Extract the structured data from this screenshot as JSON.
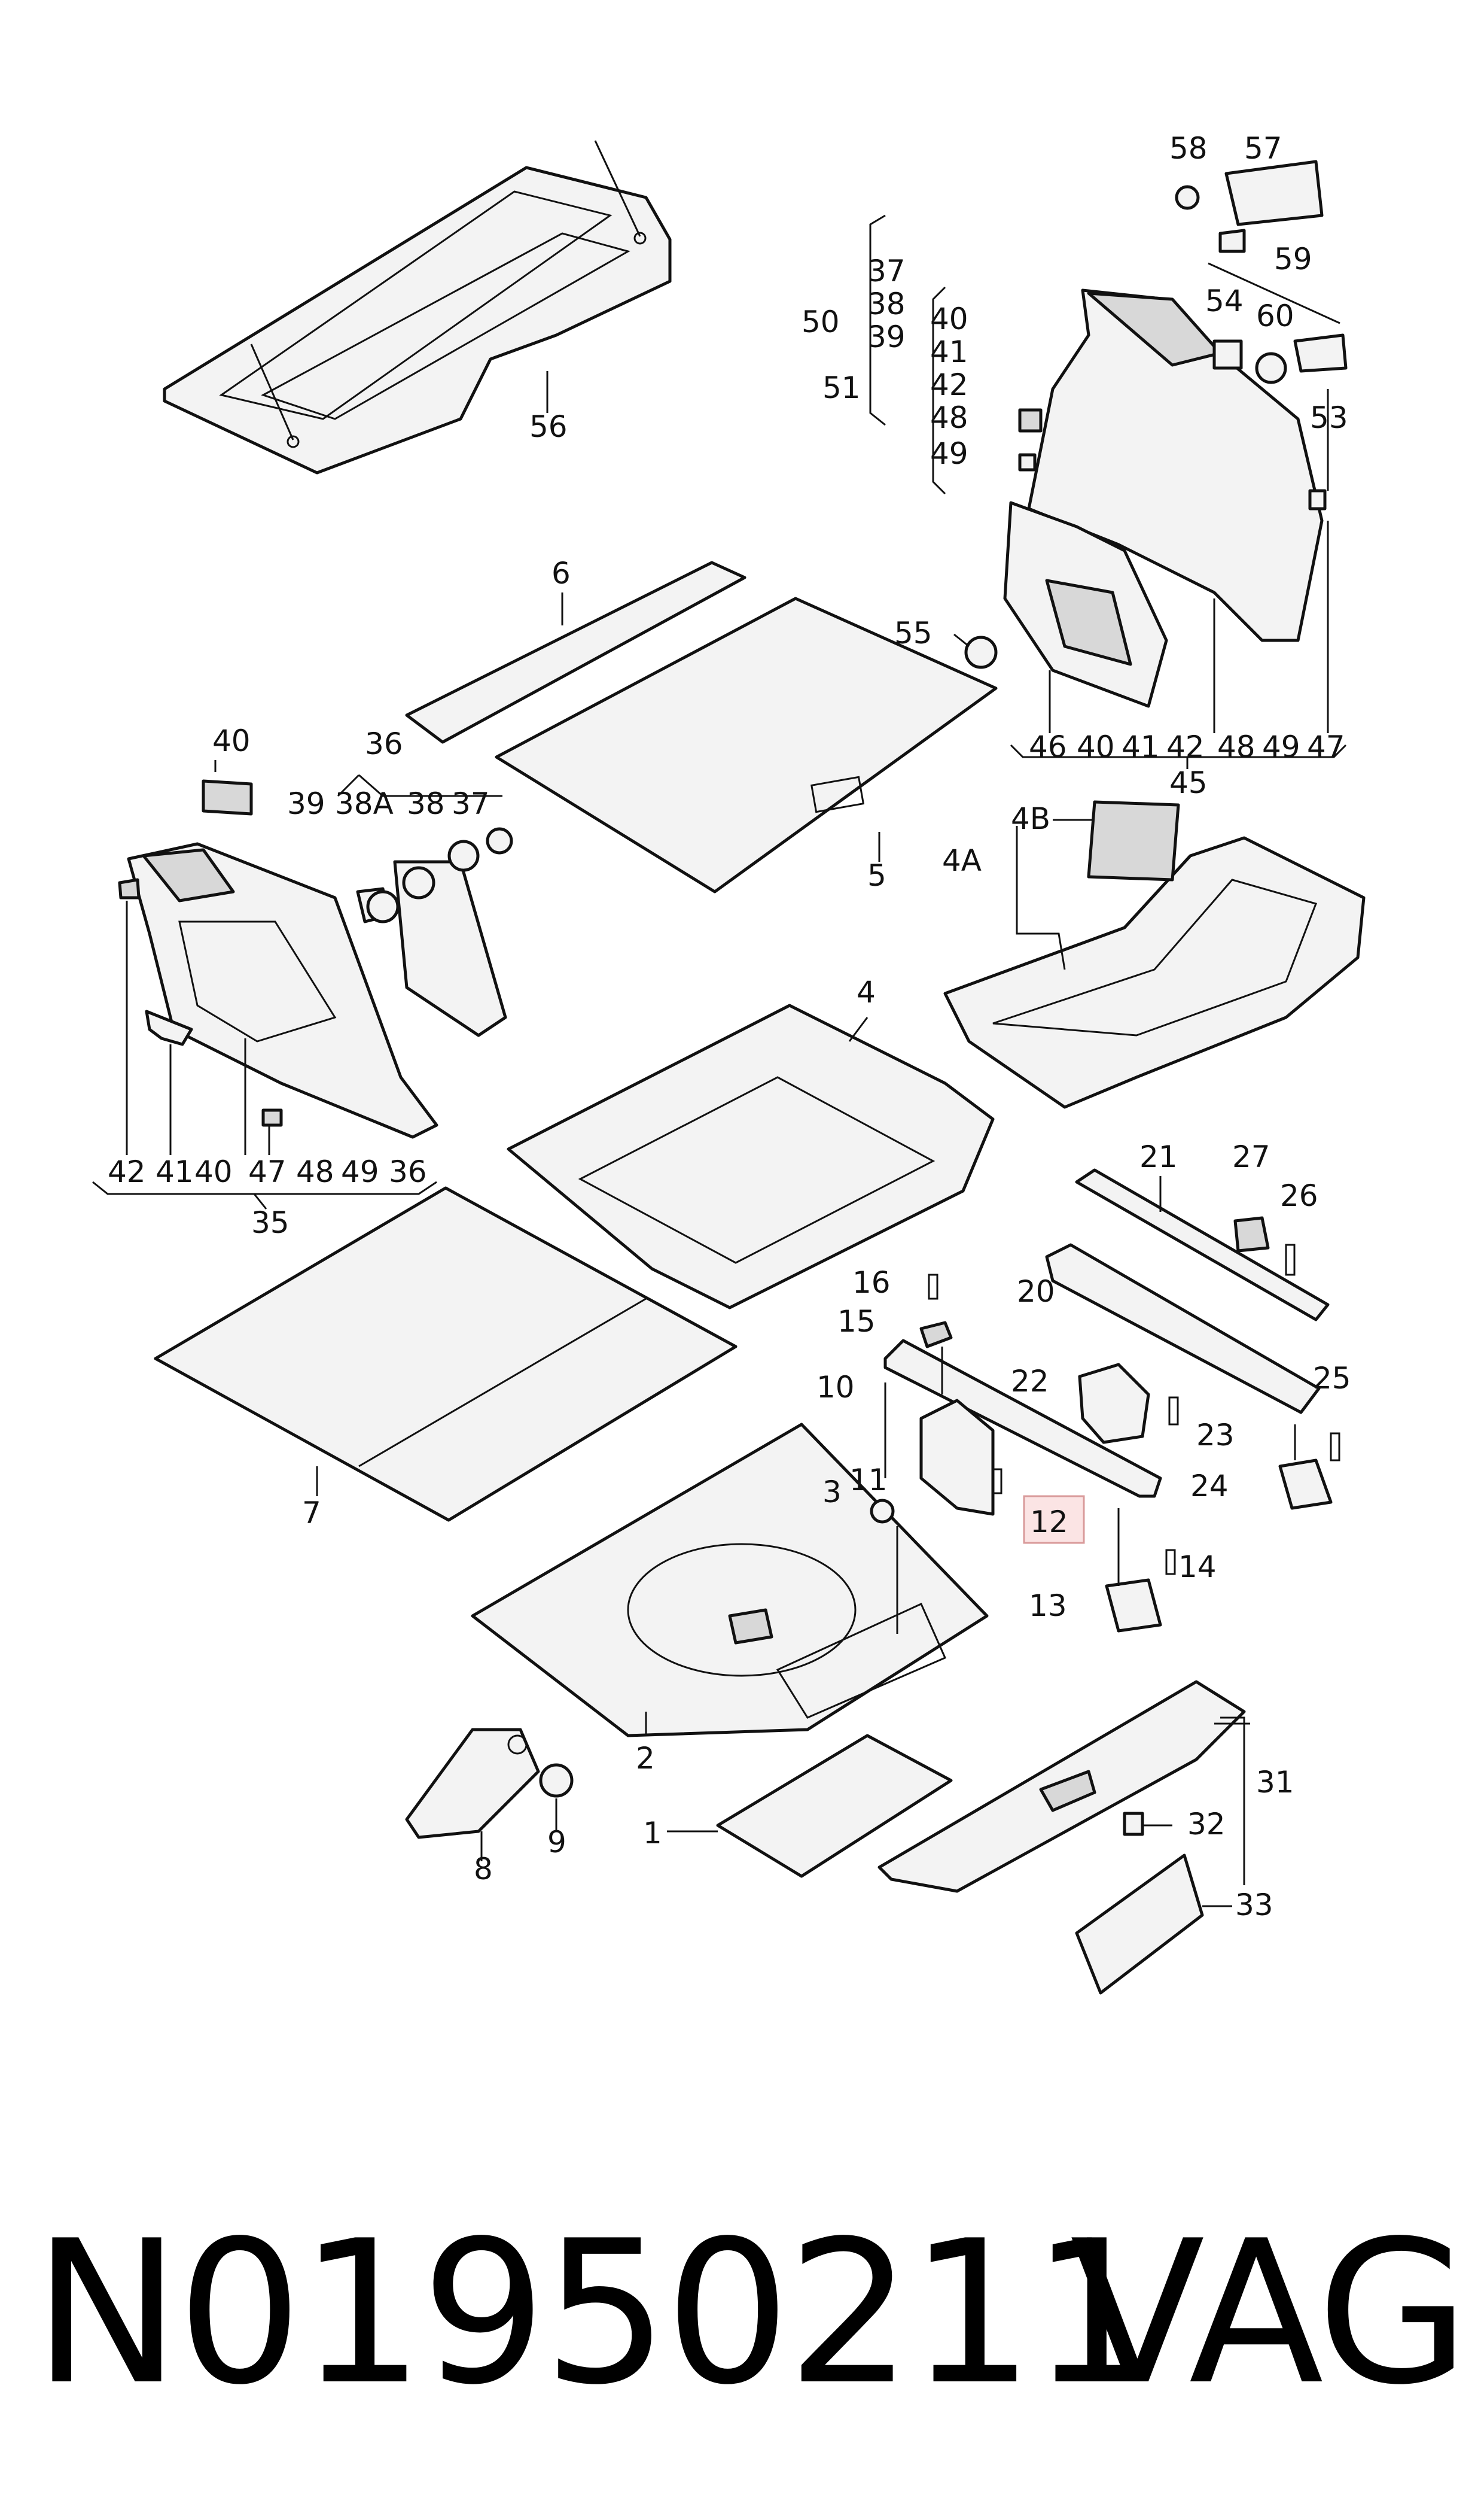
{
  "diagram": {
    "callouts": [
      {
        "id": "c58",
        "text": "58"
      },
      {
        "id": "c57",
        "text": "57"
      },
      {
        "id": "c59",
        "text": "59"
      },
      {
        "id": "c54",
        "text": "54"
      },
      {
        "id": "c60",
        "text": "60"
      },
      {
        "id": "c53",
        "text": "53"
      },
      {
        "id": "c50",
        "text": "50"
      },
      {
        "id": "c37a",
        "text": "37"
      },
      {
        "id": "c38a",
        "text": "38"
      },
      {
        "id": "c39a",
        "text": "39"
      },
      {
        "id": "c51",
        "text": "51"
      },
      {
        "id": "c40a",
        "text": "40"
      },
      {
        "id": "c41a",
        "text": "41"
      },
      {
        "id": "c42a",
        "text": "42"
      },
      {
        "id": "c48a",
        "text": "48"
      },
      {
        "id": "c49a",
        "text": "49"
      },
      {
        "id": "c56",
        "text": "56"
      },
      {
        "id": "c6",
        "text": "6"
      },
      {
        "id": "c55",
        "text": "55"
      },
      {
        "id": "c46",
        "text": "46"
      },
      {
        "id": "c40b",
        "text": "40"
      },
      {
        "id": "c41b",
        "text": "41"
      },
      {
        "id": "c42b",
        "text": "42"
      },
      {
        "id": "c48b",
        "text": "48"
      },
      {
        "id": "c49b",
        "text": "49"
      },
      {
        "id": "c47a",
        "text": "47"
      },
      {
        "id": "c45",
        "text": "45"
      },
      {
        "id": "c40c",
        "text": "40"
      },
      {
        "id": "c36a",
        "text": "36"
      },
      {
        "id": "c39b",
        "text": "39"
      },
      {
        "id": "c38A",
        "text": "38A"
      },
      {
        "id": "c38b",
        "text": "38"
      },
      {
        "id": "c37b",
        "text": "37"
      },
      {
        "id": "c5",
        "text": "5"
      },
      {
        "id": "c4B",
        "text": "4B"
      },
      {
        "id": "c4A",
        "text": "4A"
      },
      {
        "id": "c4",
        "text": "4"
      },
      {
        "id": "c42c",
        "text": "42"
      },
      {
        "id": "c41c",
        "text": "41"
      },
      {
        "id": "c40d",
        "text": "40"
      },
      {
        "id": "c47b",
        "text": "47"
      },
      {
        "id": "c48c",
        "text": "48"
      },
      {
        "id": "c49c",
        "text": "49"
      },
      {
        "id": "c36b",
        "text": "36"
      },
      {
        "id": "c35",
        "text": "35"
      },
      {
        "id": "c21",
        "text": "21"
      },
      {
        "id": "c27",
        "text": "27"
      },
      {
        "id": "c26",
        "text": "26"
      },
      {
        "id": "c16",
        "text": "16"
      },
      {
        "id": "c20",
        "text": "20"
      },
      {
        "id": "c15",
        "text": "15"
      },
      {
        "id": "c10",
        "text": "10"
      },
      {
        "id": "c22",
        "text": "22"
      },
      {
        "id": "c25",
        "text": "25"
      },
      {
        "id": "c23",
        "text": "23"
      },
      {
        "id": "c11",
        "text": "11"
      },
      {
        "id": "c3",
        "text": "3"
      },
      {
        "id": "c12",
        "text": "12"
      },
      {
        "id": "c24",
        "text": "24"
      },
      {
        "id": "c7",
        "text": "7"
      },
      {
        "id": "c14",
        "text": "14"
      },
      {
        "id": "c13",
        "text": "13"
      },
      {
        "id": "c2",
        "text": "2"
      },
      {
        "id": "c31",
        "text": "31"
      },
      {
        "id": "c32",
        "text": "32"
      },
      {
        "id": "c1",
        "text": "1"
      },
      {
        "id": "c8",
        "text": "8"
      },
      {
        "id": "c9",
        "text": "9"
      },
      {
        "id": "c33",
        "text": "33"
      }
    ]
  },
  "footer": {
    "part_number": "N01950211",
    "brand": "VAG"
  }
}
